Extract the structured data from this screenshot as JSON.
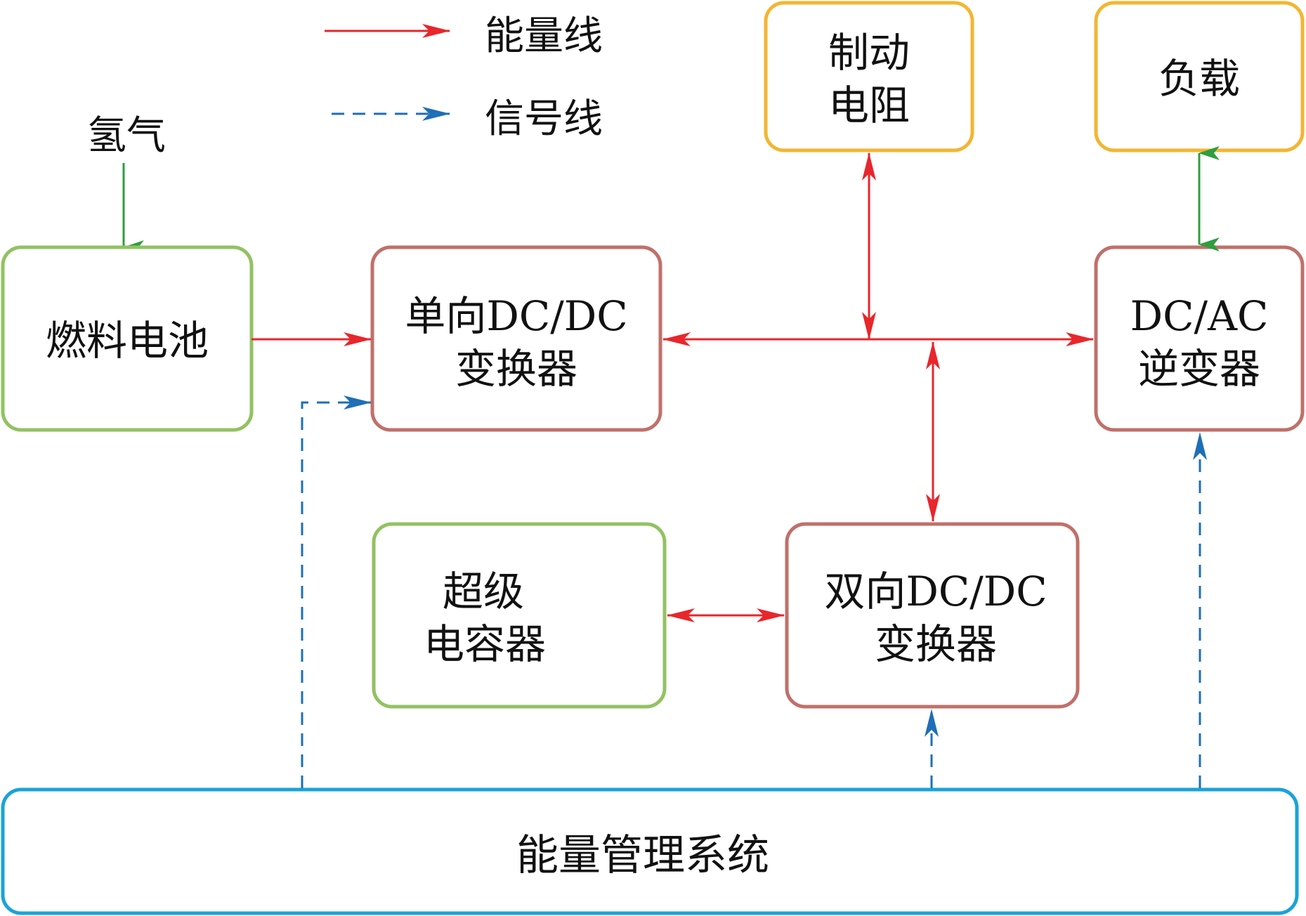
{
  "legend": {
    "energy_line": "能量线",
    "signal_line": "信号线"
  },
  "input_label": "氢气",
  "nodes": {
    "fuel_cell": "燃料电池",
    "unidirectional_converter": [
      "单向DC/DC",
      "变换器"
    ],
    "brake_resistor": [
      "制动",
      "电阻"
    ],
    "load": "负载",
    "inverter": [
      "DC/AC",
      "逆变器"
    ],
    "supercapacitor": [
      "超级",
      "电容器"
    ],
    "bidirectional_converter": [
      "双向DC/DC",
      "变换器"
    ],
    "energy_management_system": "能量管理系统"
  },
  "colors": {
    "energy_line": "#e8262b",
    "signal_line": "#1e6fb5",
    "hydrogen_line": "#2e9e3e",
    "source_box": "#92c263",
    "converter_box": "#c0706a",
    "output_box": "#f2b632",
    "ems_box": "#1aa3d8"
  }
}
